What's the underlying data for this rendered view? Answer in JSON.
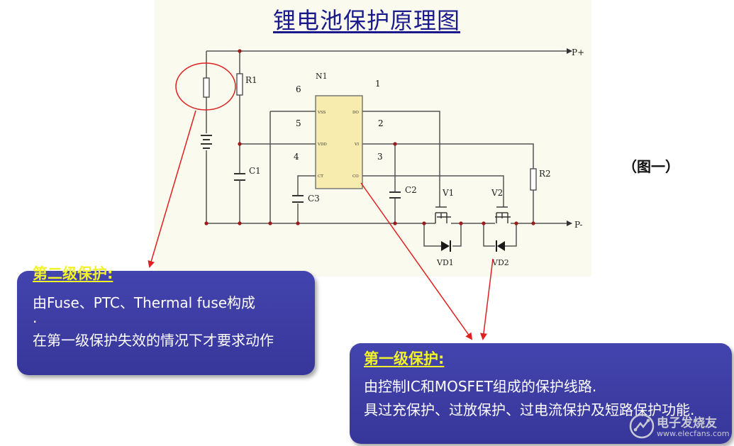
{
  "title": "锂电池保护原理图",
  "figure_label": "（图一）",
  "circuit": {
    "terminals": {
      "positive": "P+",
      "negative": "P-"
    },
    "ic": {
      "name": "N1",
      "pins": {
        "vss": "VSS",
        "vdd": "VDD",
        "ct": "CT",
        "do": "DO",
        "vi": "VI",
        "co": "CO"
      },
      "pin_numbers": [
        "1",
        "2",
        "3",
        "4",
        "5",
        "6"
      ]
    },
    "components": {
      "r1": "R1",
      "r2": "R2",
      "c1": "C1",
      "c2": "C2",
      "c3": "C3",
      "v1": "V1",
      "v2": "V2",
      "vd1": "VD1",
      "vd2": "VD2"
    }
  },
  "callouts": {
    "second_level": {
      "title": "第二级保护:",
      "line1": "由Fuse、PTC、Thermal fuse构成",
      "line2": ".",
      "line3": "在第一级保护失效的情况下才要求动作"
    },
    "first_level": {
      "title": "第一级保护:",
      "line1": "由控制IC和MOSFET组成的保护线路.",
      "line2": "具过充保护、过放保护、过电流保护及短路保护功能."
    }
  },
  "watermark": {
    "name": "电子发烧友",
    "url": "www.elecfans.com"
  },
  "colors": {
    "title": "#1a1a8c",
    "callout_bg": "#3a3aa0",
    "callout_title": "#f2f22a",
    "wire": "#555555",
    "node": "#9b1c1c",
    "arrow": "#e02020",
    "highlight_circle": "#e02020"
  }
}
